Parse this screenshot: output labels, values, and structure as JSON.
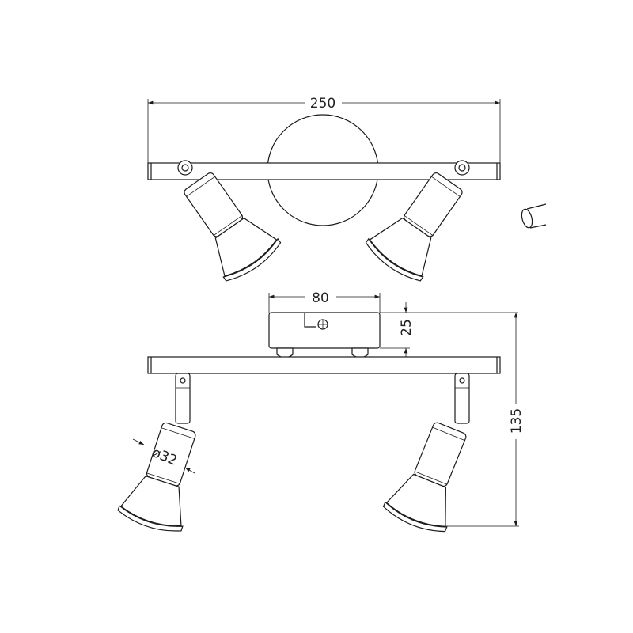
{
  "drawing": {
    "top_view": {
      "width_label": "250"
    },
    "side_view": {
      "box_width_label": "80",
      "box_height_label": "25",
      "total_height_label": "135",
      "diameter_label": "ø32"
    },
    "line_color": "#1a1a1a",
    "background": "#ffffff"
  }
}
